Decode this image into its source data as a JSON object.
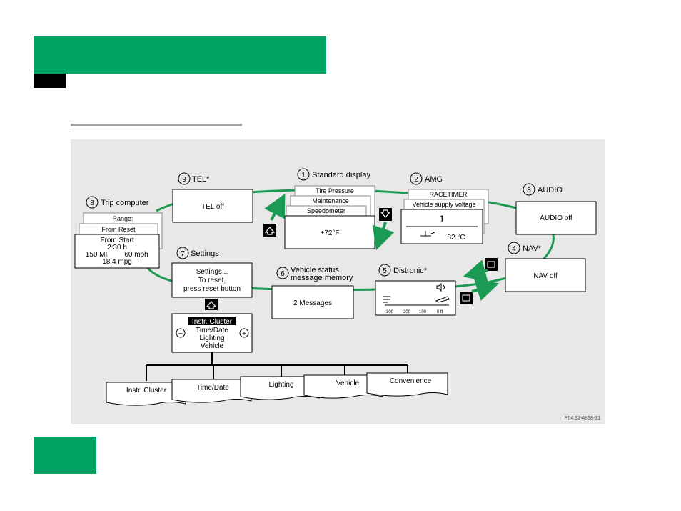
{
  "code": "P54.32-4938-31",
  "nodes": {
    "standard": {
      "num": "1",
      "label": "Standard display",
      "display": "+72°F",
      "stack": [
        "Tire Pressure",
        "Maintenance",
        "Speedometer"
      ]
    },
    "amg": {
      "num": "2",
      "label": "AMG",
      "stack": [
        "RACETIMER",
        "Vehicle supply voltage"
      ],
      "value": "1",
      "temp": "82 °C"
    },
    "audio": {
      "num": "3",
      "label": "AUDIO",
      "display": "AUDIO off"
    },
    "nav": {
      "num": "4",
      "label": "NAV*",
      "display": "NAV off"
    },
    "distronic": {
      "num": "5",
      "label": "Distronic*",
      "scale": [
        "300",
        "200",
        "100",
        "0 ft"
      ]
    },
    "vehicle_status": {
      "num": "6",
      "label_line1": "Vehicle status",
      "label_line2": "message memory",
      "display": "2 Messages"
    },
    "settings": {
      "num": "7",
      "label": "Settings",
      "lines": [
        "Settings...",
        "To reset,",
        "press reset button"
      ]
    },
    "trip": {
      "num": "8",
      "label": "Trip computer",
      "stack": [
        "Range:",
        "From Reset"
      ],
      "lines": [
        "From Start",
        "2:30 h",
        "150 MI",
        "60 mph",
        "18.4 mpg"
      ]
    },
    "tel": {
      "num": "9",
      "label": "TEL*",
      "display": "TEL off"
    }
  },
  "menu": {
    "selected": "Instr. Cluster",
    "items": [
      "Time/Date",
      "Lighting",
      "Vehicle"
    ],
    "minus": "−",
    "plus": "+"
  },
  "tabs": [
    "Instr. Cluster",
    "Time/Date",
    "Lighting",
    "Vehicle",
    "Convenience"
  ],
  "colors": {
    "accent": "#00a263",
    "panel": "#e8e8e8",
    "loop": "#1a9a52"
  }
}
